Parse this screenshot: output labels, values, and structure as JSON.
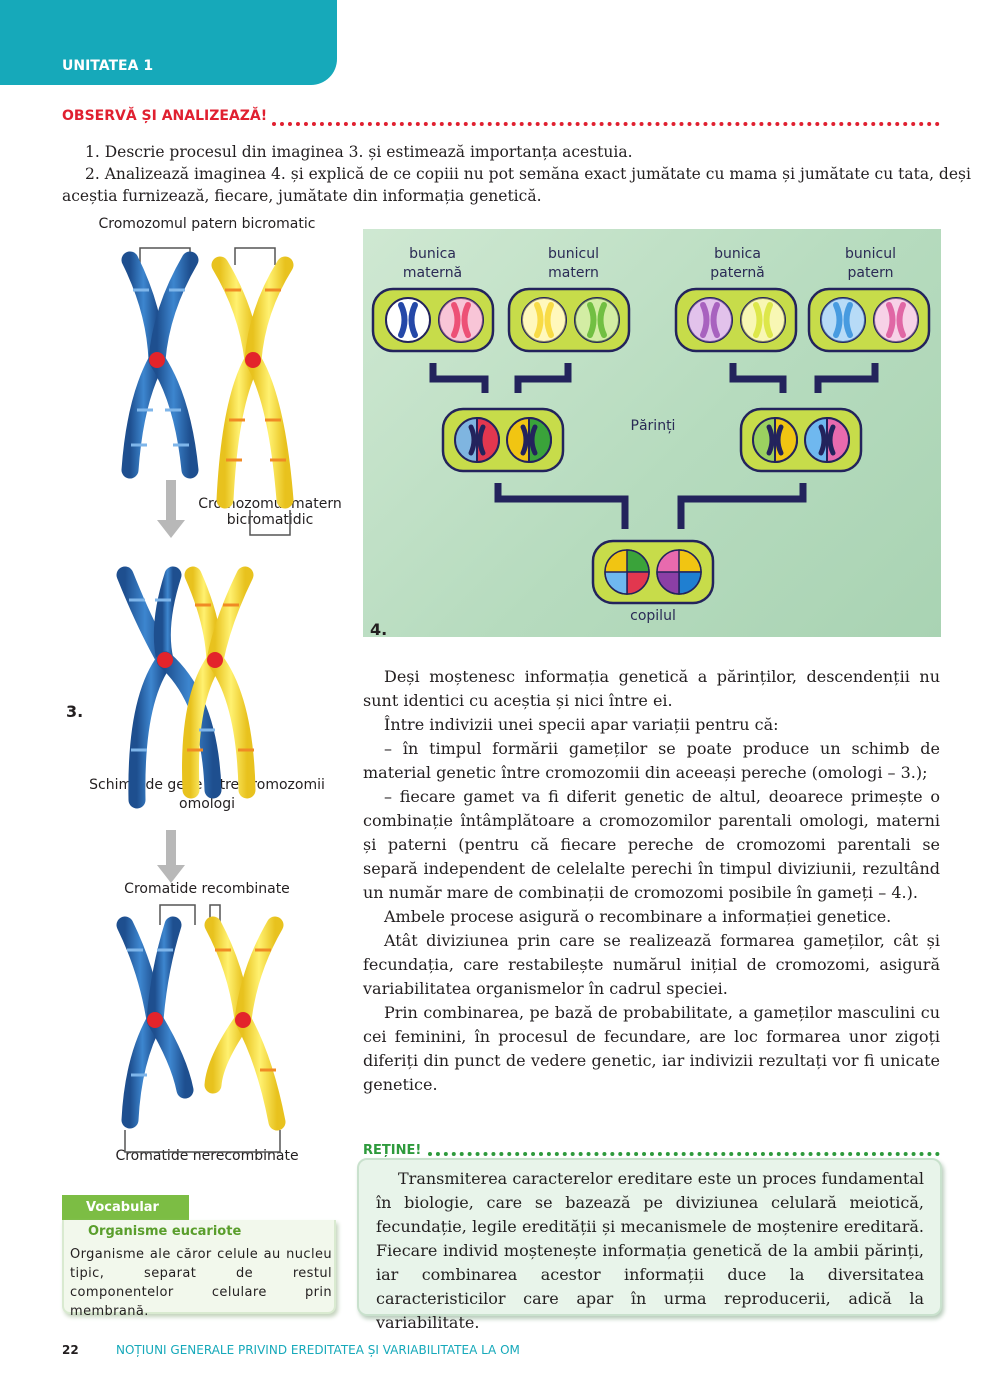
{
  "header": {
    "unit": "UNITATEA 1"
  },
  "observa": {
    "title": "OBSERVĂ ȘI ANALIZEAZĂ!",
    "q1": "1. Descrie procesul din imaginea 3. și estimează importanța acestuia.",
    "q2a": "2. Analizează imaginea 4. și explică de ce copiii nu pot semăna exact jumătate cu mama și jumătate cu tata, deși",
    "q2b": "aceștia furnizează, fiecare, jumătate din informația genetică."
  },
  "figure3": {
    "number": "3.",
    "label_top": "Cromozomul patern bicromatic",
    "label_maternal_1": "Cromozomul matern",
    "label_maternal_2": "bicromatidic",
    "label_exchange_1": "Schimb de gene între cromozomii",
    "label_exchange_2": "omologi",
    "label_recombined": "Cromatide recombinate",
    "label_nonrecombined": "Cromatide nerecombinate",
    "colors": {
      "blue": "#2e6db4",
      "yellow": "#f6e03a",
      "centromere": "#e3242b",
      "arrow": "#b8b8b8"
    }
  },
  "figure4": {
    "number": "4.",
    "grandmother_maternal_1": "bunica",
    "grandmother_maternal_2": "maternă",
    "grandfather_maternal_1": "bunicul",
    "grandfather_maternal_2": "matern",
    "grandmother_paternal_1": "bunica",
    "grandmother_paternal_2": "paternă",
    "grandfather_paternal_1": "bunicul",
    "grandfather_paternal_2": "patern",
    "parents": "Părinți",
    "child": "copilul",
    "colors": {
      "background": "#b8dcc0",
      "box": "#c7dc4a",
      "connector": "#23235c"
    }
  },
  "body": {
    "p1": "Deși moștenesc informația genetică a părinților, descendenții nu sunt identici cu aceștia și nici între ei.",
    "p2": "Între indivizii unei specii apar variații pentru că:",
    "p3": "– în timpul formării gameților se poate produce un schimb de material genetic între cromozomii din aceeași pereche (omologi – 3.);",
    "p4": "– fiecare gamet va fi diferit genetic de altul, deoarece primește o combinație întâmplătoare a cromozomilor parentali omologi, materni și paterni (pentru că fiecare pereche de cromozomi parentali se separă independent de celelalte perechi în timpul diviziunii, rezultând un număr mare de combinații de cromozomi posibile în gameți – 4.).",
    "p5": "Ambele procese asigură o recombinare a informației genetice.",
    "p6": "Atât diviziunea prin care se realizează formarea gameților, cât și fecundația, care restabilește numărul inițial de cromozomi, asigură variabilitatea organismelor în cadrul speciei.",
    "p7": "Prin combinarea, pe bază de probabilitate, a gameților masculini cu cei feminini, în procesul de fecundare, are loc formarea unor zigoți diferiți din punct de vedere genetic, iar indivizii rezultați vor fi unicate genetice."
  },
  "retine": {
    "title": "REȚINE!",
    "text": "Transmiterea caracterelor ereditare este un proces fundamental în biologie, care se bazează pe diviziunea celulară meiotică, fecundație, legile eredității și mecanismele de moștenire ereditară. Fiecare individ moștenește informația genetică de la ambii părinți, iar combinarea acestor informații duce la diversitatea caracteristicilor care apar în urma reproducerii, adică la variabilitate."
  },
  "vocabular": {
    "header": "Vocabular",
    "term": "Organisme eucariote",
    "definition": "Organisme ale căror celule au nucleu tipic, separat de restul componentelor celulare prin membrană."
  },
  "footer": {
    "page": "22",
    "title": "NOȚIUNI GENERALE PRIVIND EREDITATEA ȘI VARIABILITATEA LA OM"
  }
}
